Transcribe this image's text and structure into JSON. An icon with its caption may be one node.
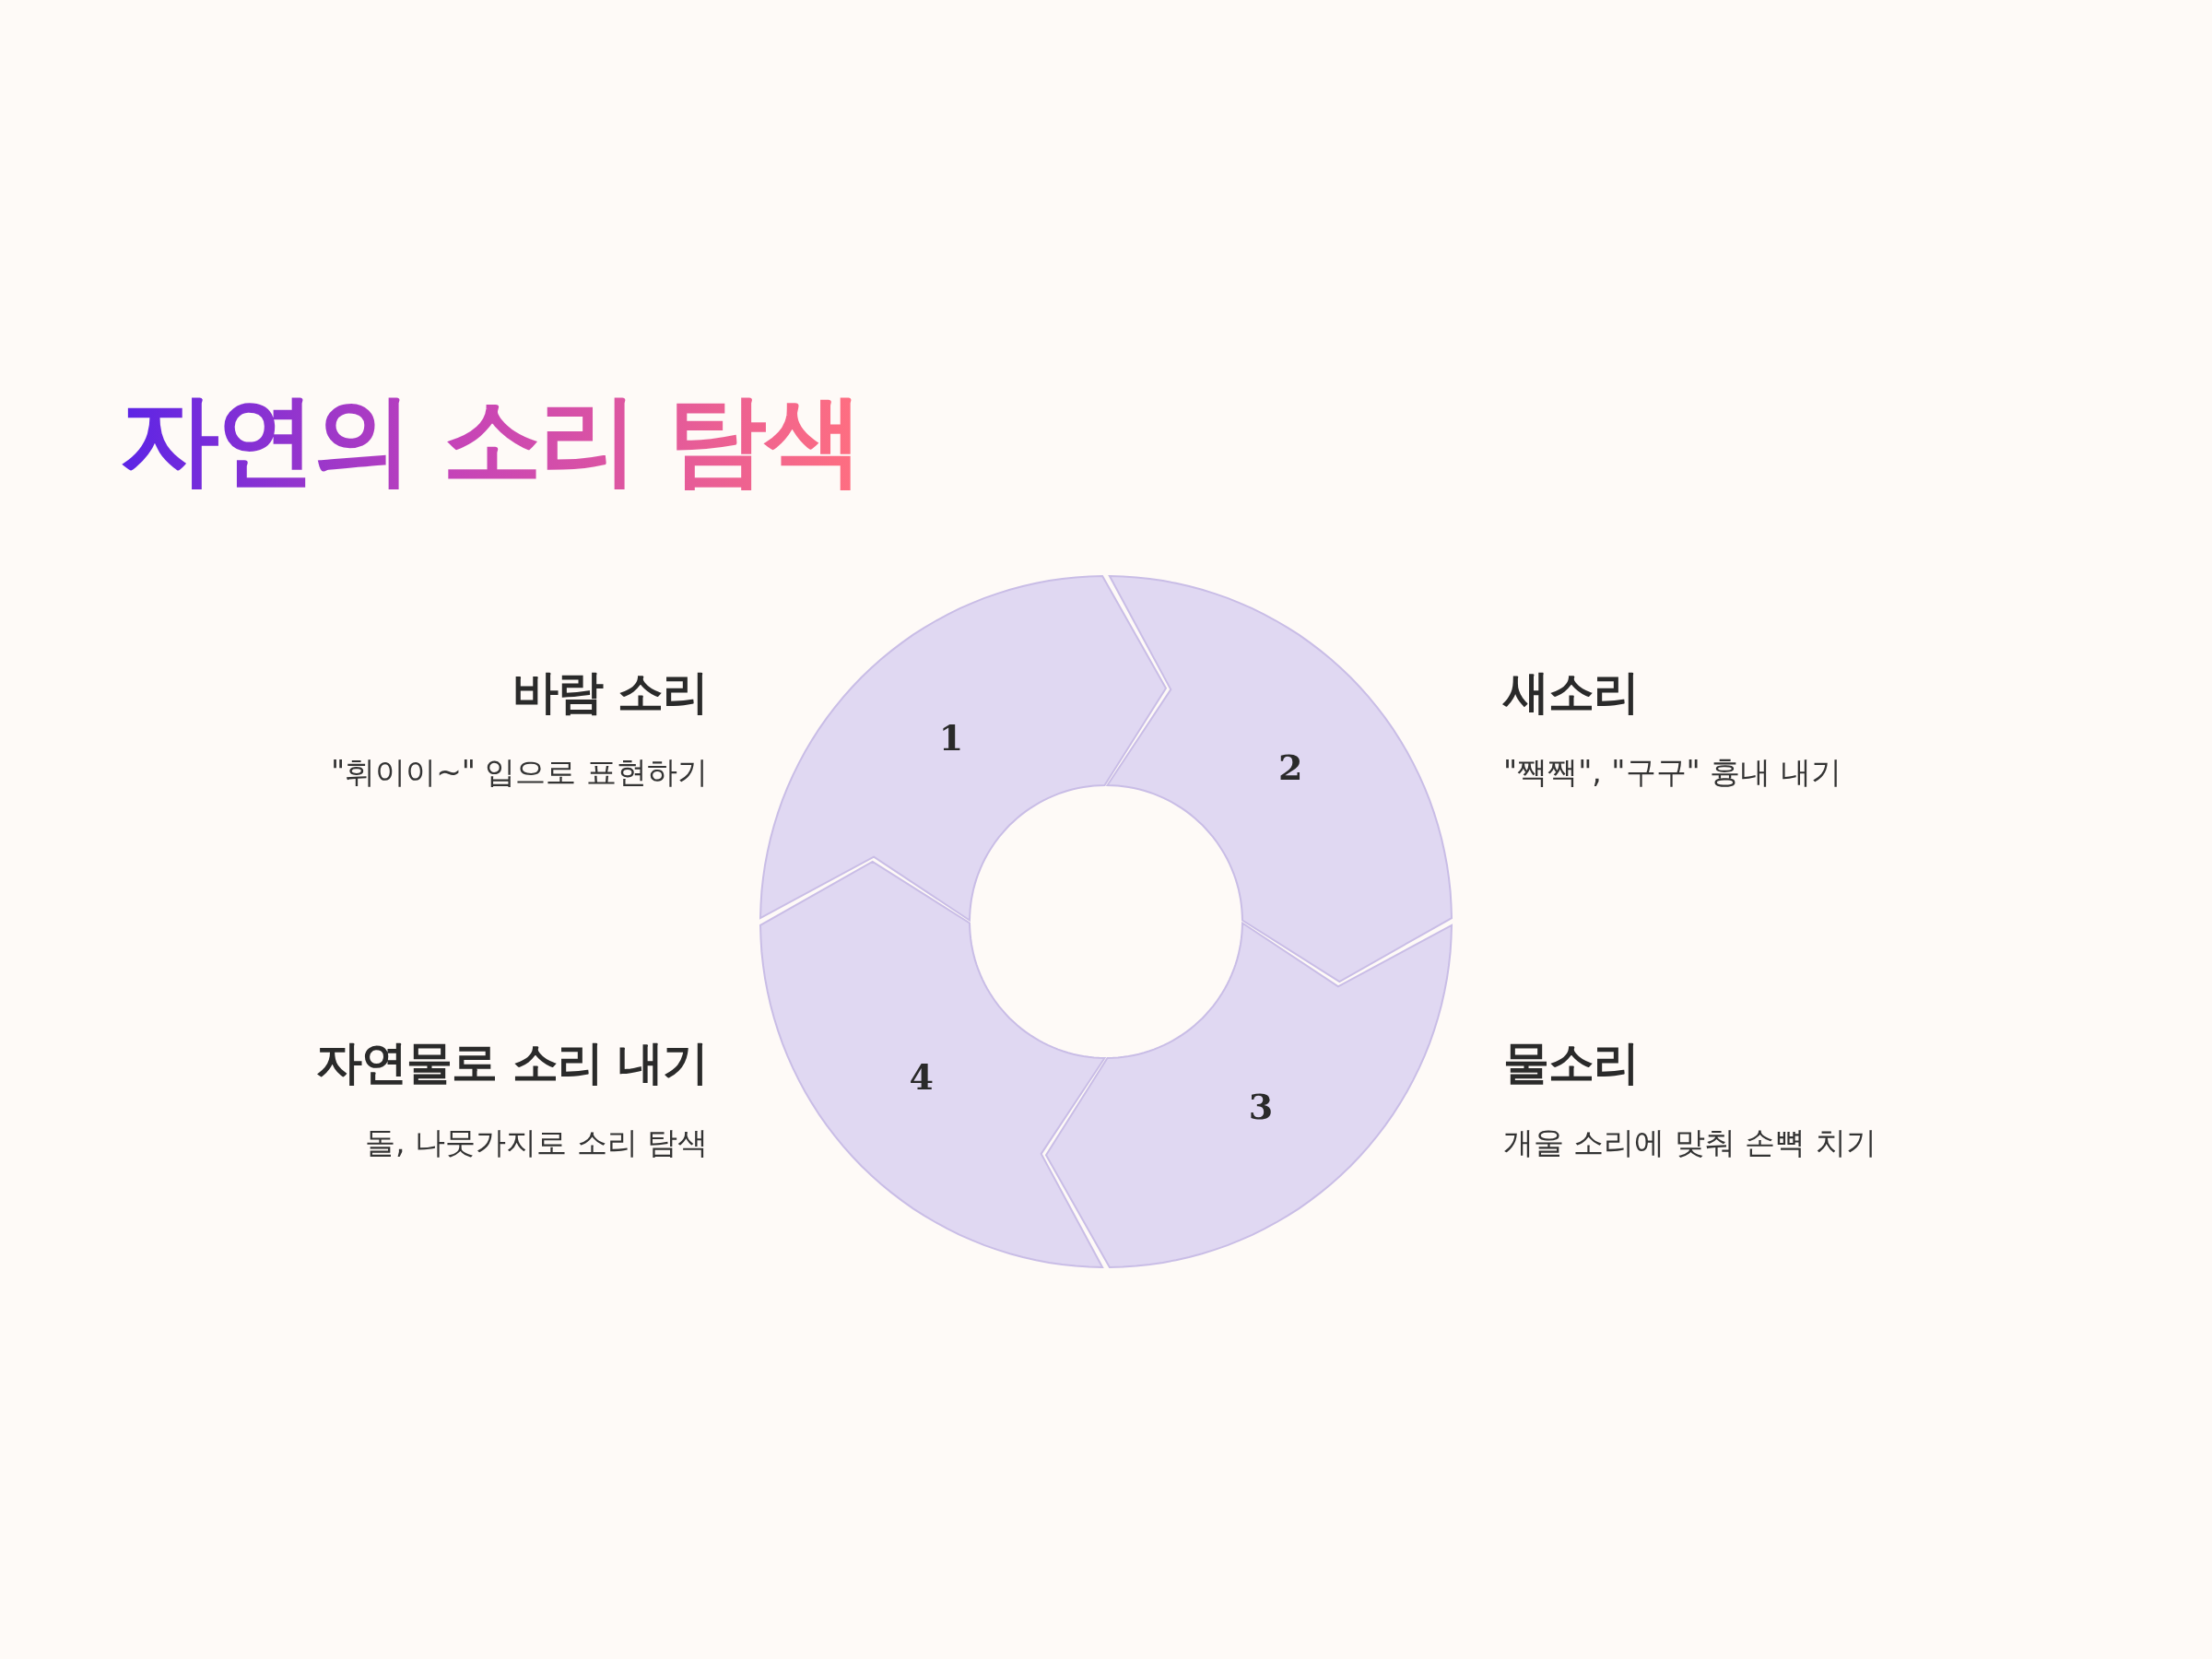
{
  "diagram": {
    "title": "자연의 소리 탐색",
    "nodes": [
      {
        "text": [
          "1"
        ],
        "beside": [
          "바람 소리",
          "\"휘이이~\" 입으로 표현하기"
        ]
      },
      {
        "text": [
          "2"
        ],
        "beside": [
          "새소리",
          "\"짹짹\", \"구구\" 흉내 내기"
        ]
      },
      {
        "text": [
          "3"
        ],
        "beside": [
          "물소리",
          "개울 소리에 맞춰 손뼉 치기"
        ]
      },
      {
        "text": [
          "4"
        ],
        "beside": [
          "자연물로 소리 내기",
          "돌, 나뭇가지로 소리 탐색"
        ]
      }
    ]
  }
}
